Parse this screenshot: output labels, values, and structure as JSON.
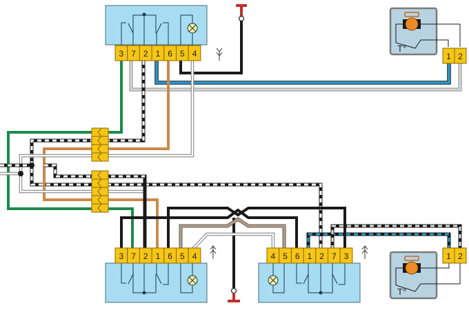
{
  "colors": {
    "switch_body": "#a8dcf3",
    "switch_border": "#4a6a7a",
    "pin_fill": "#f5c518",
    "pin_border": "#8a6a00",
    "motor_body": "#b7d3e2",
    "motor_border": "#7a7a7a",
    "motor_fill": "#f08a24",
    "wire_black": "#1a1a1a",
    "wire_green": "#1e8a4a",
    "wire_brown": "#c98a4a",
    "wire_blue": "#2a9ad0",
    "wire_gray": "#a8a8a8",
    "wire_white": "#ffffff",
    "wire_tan": "#9a8a78",
    "ground_red": "#c0302a"
  },
  "switch_top": {
    "pins": [
      "3",
      "7",
      "2",
      "1",
      "6",
      "5",
      "4"
    ]
  },
  "switch_bottom_left": {
    "pins": [
      "3",
      "7",
      "2",
      "1",
      "6",
      "5",
      "4"
    ]
  },
  "switch_bottom_right": {
    "pins": [
      "4",
      "5",
      "6",
      "1",
      "2",
      "7",
      "3"
    ]
  },
  "motor_top": {
    "pins": [
      "1",
      "2"
    ],
    "thermal_label": "T°"
  },
  "motor_bottom": {
    "pins": [
      "1",
      "2"
    ],
    "thermal_label": "T°"
  },
  "connector_upper": {
    "contacts": 4
  },
  "connector_lower": {
    "contacts": 5
  }
}
